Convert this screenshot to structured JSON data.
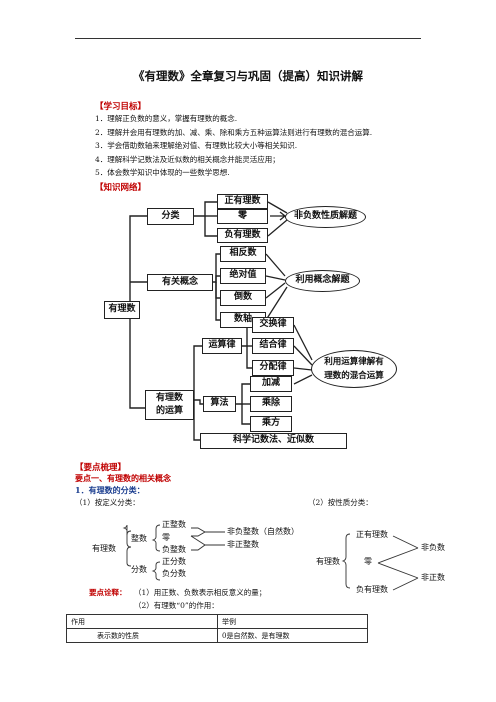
{
  "title": "《有理数》全章复习与巩固（提高）知识讲解",
  "objectives": {
    "header": "【学习目标】",
    "items": [
      "1．理解正负数的意义，掌握有理数的概念.",
      "2．理解并会用有理数的加、减、乘、除和乘方五种运算法则进行有理数的混合运算.",
      "3．学会借助数轴来理解绝对值、有理数比较大小等相关知识.",
      "4．理解科学记数法及近似数的相关概念并能灵活应用；",
      "5．体会数学知识中体现的一些数学思想."
    ]
  },
  "network_header": "【知识网络】",
  "mindmap": {
    "root": "有理数",
    "branch1": "分类",
    "b1_items": [
      "正有理数",
      "零",
      "负有理数"
    ],
    "b1_result": "非负数性质解题",
    "branch2": "有关概念",
    "b2_items": [
      "相反数",
      "绝对值",
      "倒数",
      "数轴"
    ],
    "b2_result": "利用概念解题",
    "branch3_line1": "有理数",
    "branch3_line2": "的运算",
    "laws": "运算律",
    "law_items": [
      "交换律",
      "结合律",
      "分配律"
    ],
    "law_result_line1": "利用运算律解有",
    "law_result_line2": "理数的混合运算",
    "algo": "算法",
    "algo_items": [
      "加减",
      "乘除",
      "乘方"
    ],
    "sci": "科学记数法、近似数"
  },
  "points_header": "【要点梳理】",
  "point1": "要点一、有理数的相关概念",
  "sub1": "1．有理数的分类：",
  "class_def": "（1）按定义分类：",
  "class_prop": "（2）按性质分类：",
  "def_tree": {
    "root": "有理数",
    "integer": "整数",
    "integer_items": [
      "正整数",
      "零",
      "负整数"
    ],
    "nonneg": "非负整数（自然数）",
    "nonpos": "非正整数",
    "fraction": "分数",
    "fraction_items": [
      "正分数",
      "负分数"
    ]
  },
  "prop_tree": {
    "root": "有理数",
    "items": [
      "正有理数",
      "零",
      "负有理数"
    ],
    "nonneg": "非负数",
    "nonpos": "非正数"
  },
  "note_label": "要点诠释：",
  "note1": "（1）用正数、负数表示相反意义的量；",
  "note2": "（2）有理数“0”的作用：",
  "table": {
    "headers": [
      "作用",
      "举例"
    ],
    "rows": [
      [
        "表示数的性质",
        "0是自然数、是有理数"
      ]
    ]
  }
}
